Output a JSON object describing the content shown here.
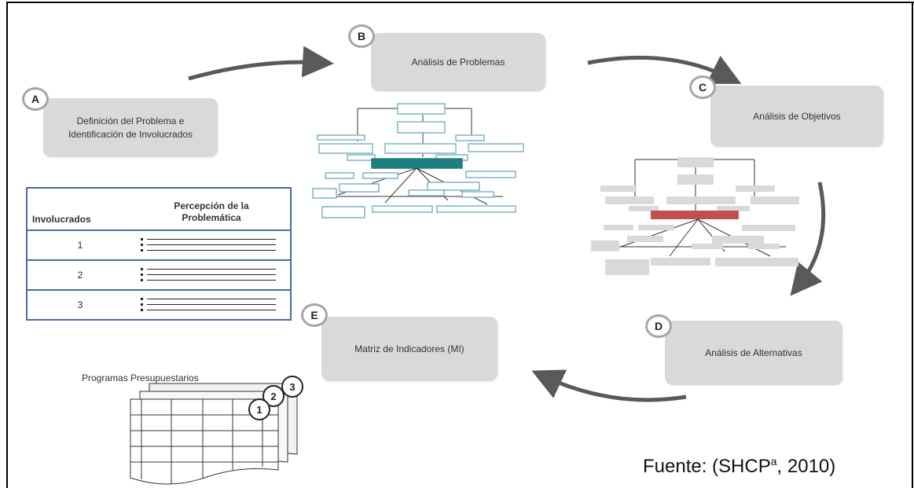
{
  "steps": {
    "a": {
      "letter": "A",
      "line1": "Definición del Problema e",
      "line2": "Identificación de Involucrados"
    },
    "b": {
      "letter": "B",
      "label": "Análisis de Problemas"
    },
    "c": {
      "letter": "C",
      "label": "Análisis de Objetivos"
    },
    "d": {
      "letter": "D",
      "label": "Análisis de Alternativas"
    },
    "e": {
      "letter": "E",
      "label": "Matriz de Indicadores (MI)"
    }
  },
  "table": {
    "col1": "Involucrados",
    "col2_line1": "Percepción de la",
    "col2_line2": "Problemática",
    "rows": [
      "1",
      "2",
      "3"
    ]
  },
  "programs": {
    "caption": "Programas Presupuestarios",
    "sheets": [
      "1",
      "2",
      "3"
    ]
  },
  "source": {
    "prefix": "Fuente: (SHCP",
    "sup": "a",
    "suffix": ", 2010)"
  },
  "colors": {
    "box_fill": "#d9d9d9",
    "arrow": "#595959",
    "problem_tree_outline": "#7fb3c4",
    "problem_tree_core": "#1d7f7f",
    "objective_tree_core": "#c0504d",
    "table_border": "#4a6aa0"
  }
}
